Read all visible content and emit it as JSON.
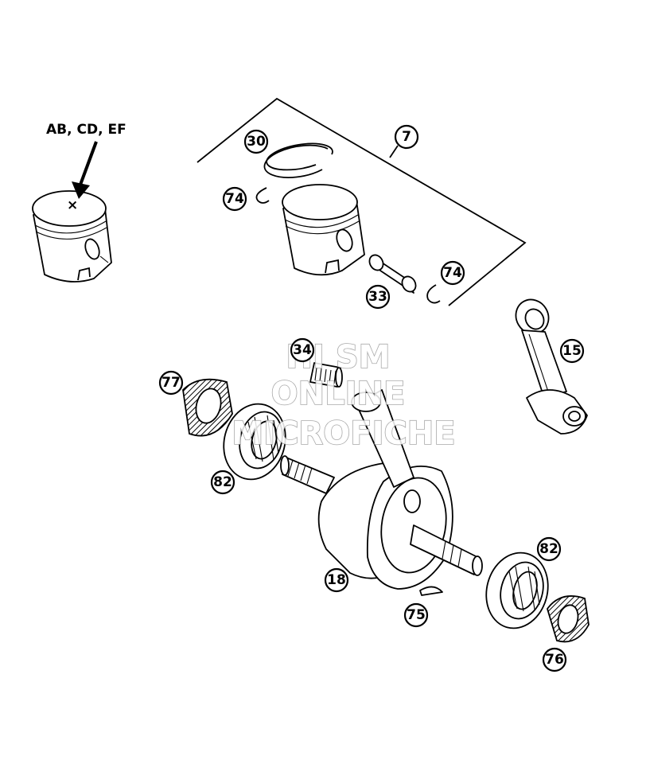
{
  "note": {
    "label": "AB, CD, EF",
    "mark": "×"
  },
  "callouts": [
    {
      "id": "c30",
      "label": "30"
    },
    {
      "id": "c7",
      "label": "7"
    },
    {
      "id": "c74a",
      "label": "74"
    },
    {
      "id": "c74b",
      "label": "74"
    },
    {
      "id": "c33",
      "label": "33"
    },
    {
      "id": "c34",
      "label": "34"
    },
    {
      "id": "c15",
      "label": "15"
    },
    {
      "id": "c77",
      "label": "77"
    },
    {
      "id": "c82a",
      "label": "82"
    },
    {
      "id": "c18",
      "label": "18"
    },
    {
      "id": "c82b",
      "label": "82"
    },
    {
      "id": "c75",
      "label": "75"
    },
    {
      "id": "c76",
      "label": "76"
    }
  ],
  "watermark": {
    "line1": "HI SM",
    "line2": "ONLINE",
    "line3": "MICROFICHE"
  }
}
